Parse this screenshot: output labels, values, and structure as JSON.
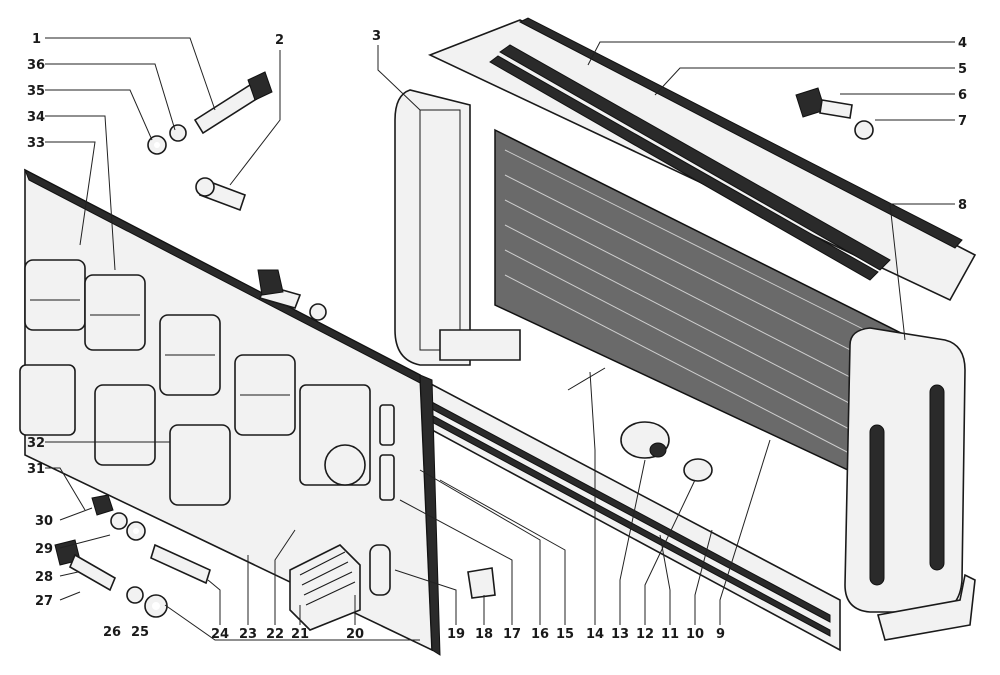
{
  "colors": {
    "ink": "#1a1a1a",
    "paper": "#ffffff",
    "shade": "#f2f2f2",
    "mesh": "#5a5a5a"
  },
  "callouts": [
    {
      "id": "c1",
      "text": "1"
    },
    {
      "id": "c2",
      "text": "2"
    },
    {
      "id": "c3",
      "text": "3"
    },
    {
      "id": "c4",
      "text": "4"
    },
    {
      "id": "c5",
      "text": "5"
    },
    {
      "id": "c6",
      "text": "6"
    },
    {
      "id": "c7",
      "text": "7"
    },
    {
      "id": "c8",
      "text": "8"
    },
    {
      "id": "c9",
      "text": "9"
    },
    {
      "id": "c10",
      "text": "10"
    },
    {
      "id": "c11",
      "text": "11"
    },
    {
      "id": "c12",
      "text": "12"
    },
    {
      "id": "c13",
      "text": "13"
    },
    {
      "id": "c14",
      "text": "14"
    },
    {
      "id": "c15",
      "text": "15"
    },
    {
      "id": "c16",
      "text": "16"
    },
    {
      "id": "c17",
      "text": "17"
    },
    {
      "id": "c18",
      "text": "18"
    },
    {
      "id": "c19",
      "text": "19"
    },
    {
      "id": "c20",
      "text": "20"
    },
    {
      "id": "c21",
      "text": "21"
    },
    {
      "id": "c22",
      "text": "22"
    },
    {
      "id": "c23",
      "text": "23"
    },
    {
      "id": "c24",
      "text": "24"
    },
    {
      "id": "c25",
      "text": "25"
    },
    {
      "id": "c26",
      "text": "26"
    },
    {
      "id": "c27",
      "text": "27"
    },
    {
      "id": "c28",
      "text": "28"
    },
    {
      "id": "c29",
      "text": "29"
    },
    {
      "id": "c30",
      "text": "30"
    },
    {
      "id": "c31",
      "text": "31"
    },
    {
      "id": "c32",
      "text": "32"
    },
    {
      "id": "c33",
      "text": "33"
    },
    {
      "id": "c34",
      "text": "34"
    },
    {
      "id": "c35",
      "text": "35"
    },
    {
      "id": "c36",
      "text": "36"
    }
  ]
}
